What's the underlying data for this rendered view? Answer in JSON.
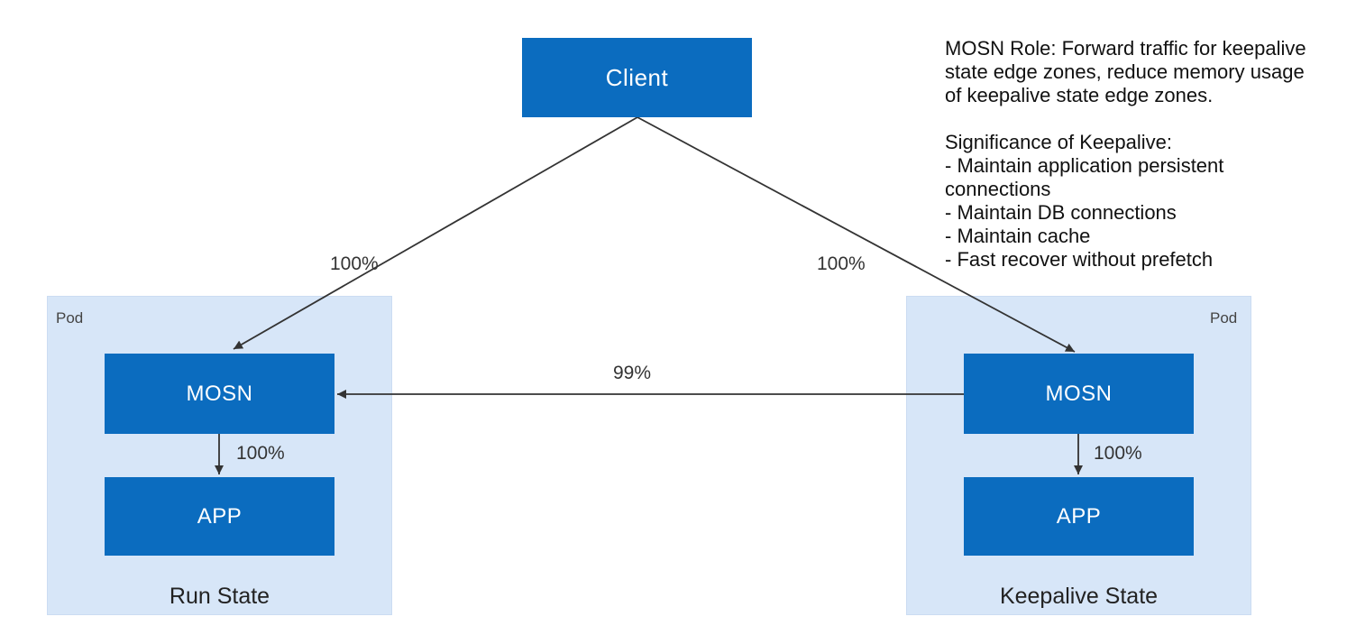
{
  "client": {
    "label": "Client"
  },
  "left_pod": {
    "tag": "Pod",
    "state": "Run State",
    "mosn": "MOSN",
    "app": "APP",
    "mosn_to_app": "100%"
  },
  "right_pod": {
    "tag": "Pod",
    "state": "Keepalive State",
    "mosn": "MOSN",
    "app": "APP",
    "mosn_to_app": "100%"
  },
  "edges": {
    "client_to_left": "100%",
    "client_to_right": "100%",
    "right_to_left": "99%"
  },
  "notes": {
    "role_lines": [
      "MOSN Role: Forward traffic for keepalive",
      "state edge zones, reduce memory usage",
      "of keepalive state edge zones."
    ],
    "significance_title": "Significance of Keepalive:",
    "significance_lines": [
      "- Maintain application persistent",
      "connections",
      "- Maintain DB connections",
      "- Maintain cache",
      "- Fast recover without prefetch"
    ]
  },
  "colors": {
    "node_fill": "#0b6cbf",
    "pod_fill": "#d7e6f8",
    "edge": "#333333"
  }
}
